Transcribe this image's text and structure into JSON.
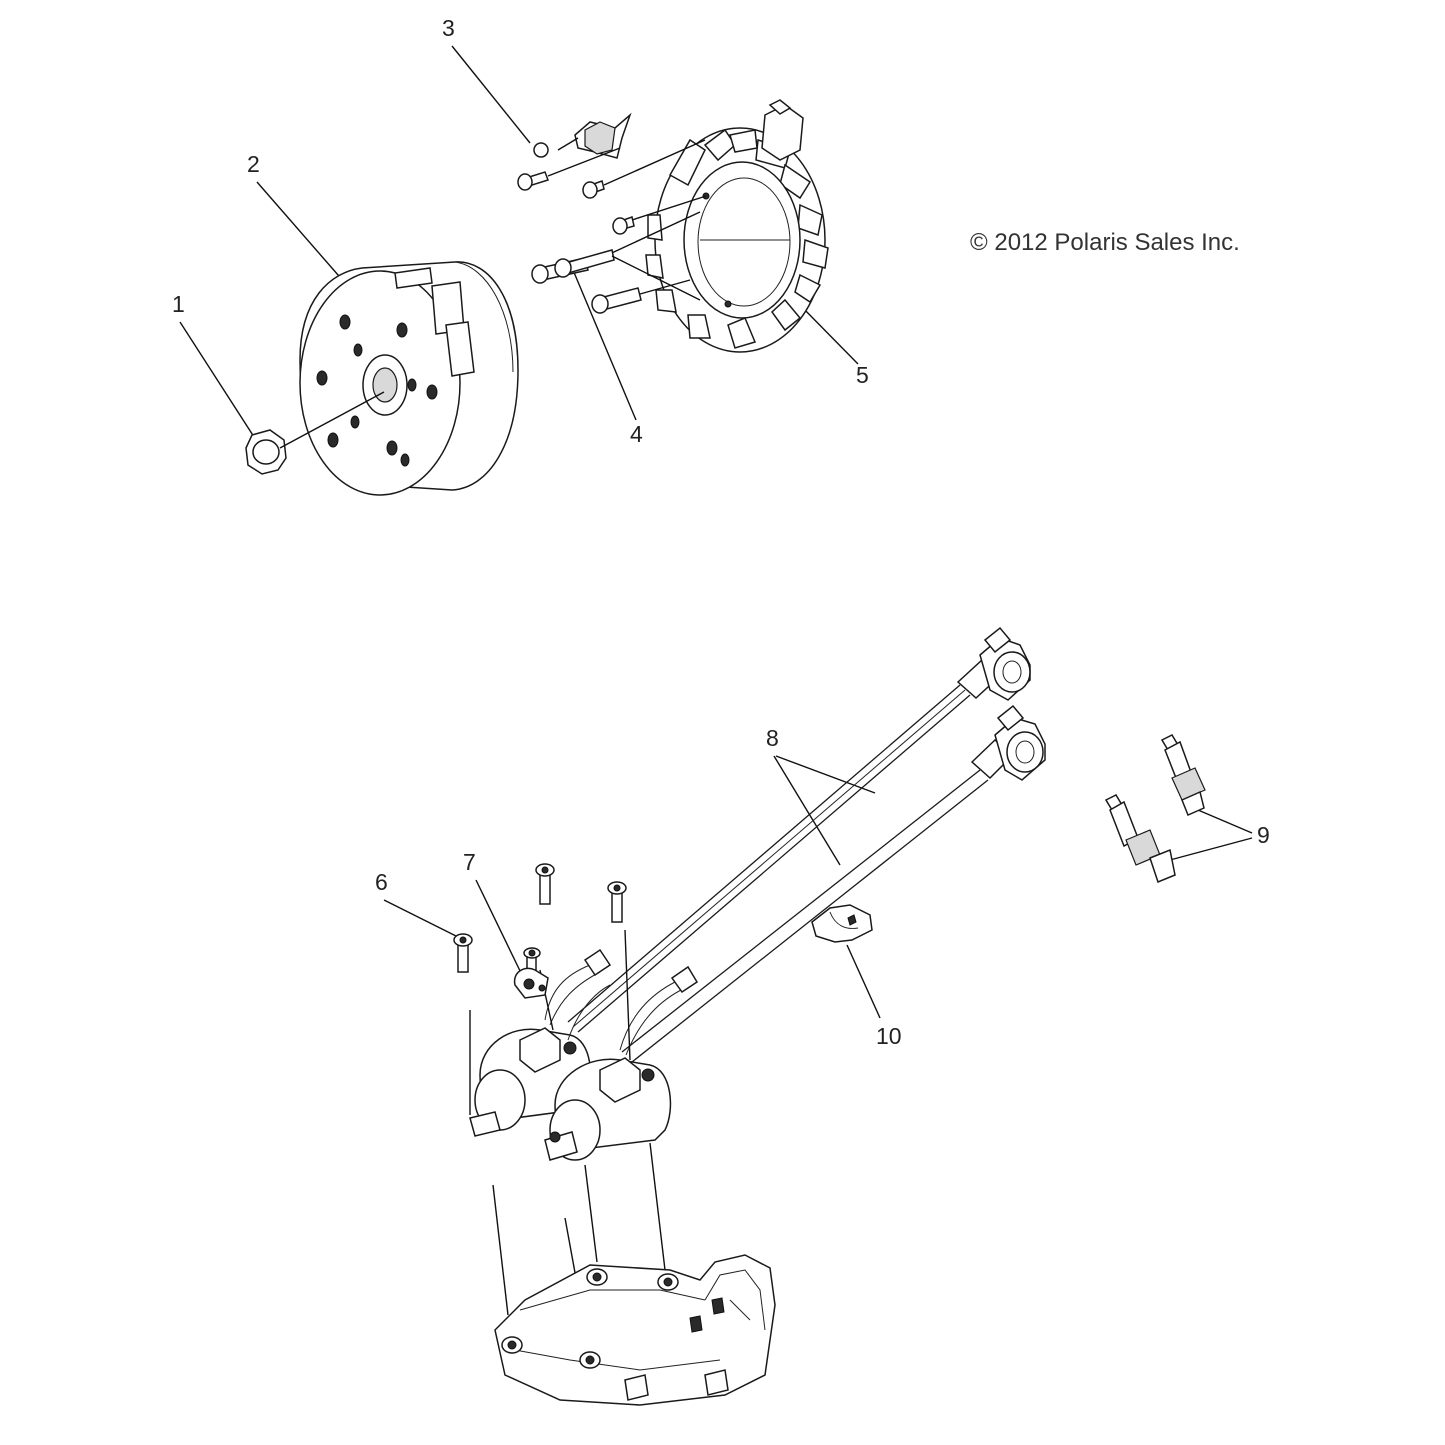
{
  "diagram": {
    "copyright": "© 2012 Polaris Sales Inc.",
    "callouts": [
      "1",
      "2",
      "3",
      "4",
      "5",
      "6",
      "7",
      "8",
      "9",
      "10"
    ]
  }
}
